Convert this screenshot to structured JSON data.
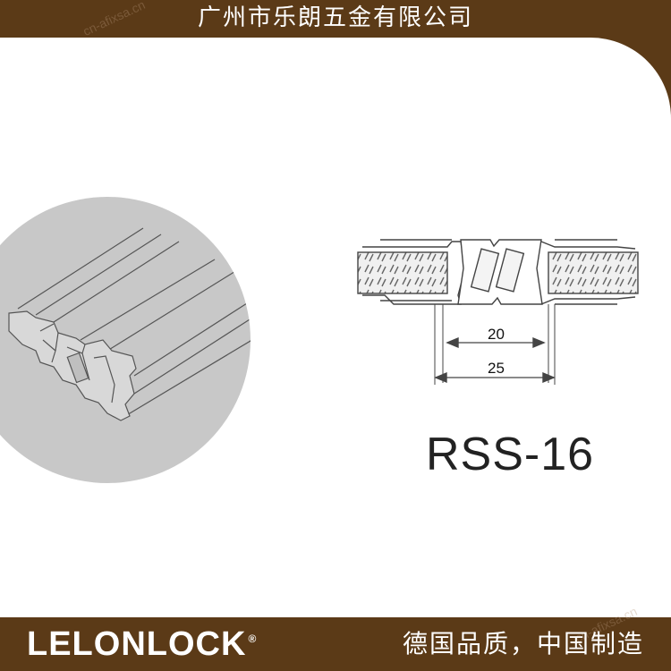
{
  "header": {
    "company_name": "广州市乐朗五金有限公司"
  },
  "product": {
    "model": "RSS-16",
    "dimension_inner": "20",
    "dimension_outer": "25"
  },
  "footer": {
    "brand": "LELONLOCK",
    "registered_mark": "®",
    "slogan": "德国品质，中国制造"
  },
  "watermarks": [
    "cn-afixsa.cn",
    "cn-afixsa.cn"
  ],
  "colors": {
    "brand_brown": "#5b3a17",
    "card_bg": "#ffffff",
    "circle_gray": "#c8c8c8"
  }
}
